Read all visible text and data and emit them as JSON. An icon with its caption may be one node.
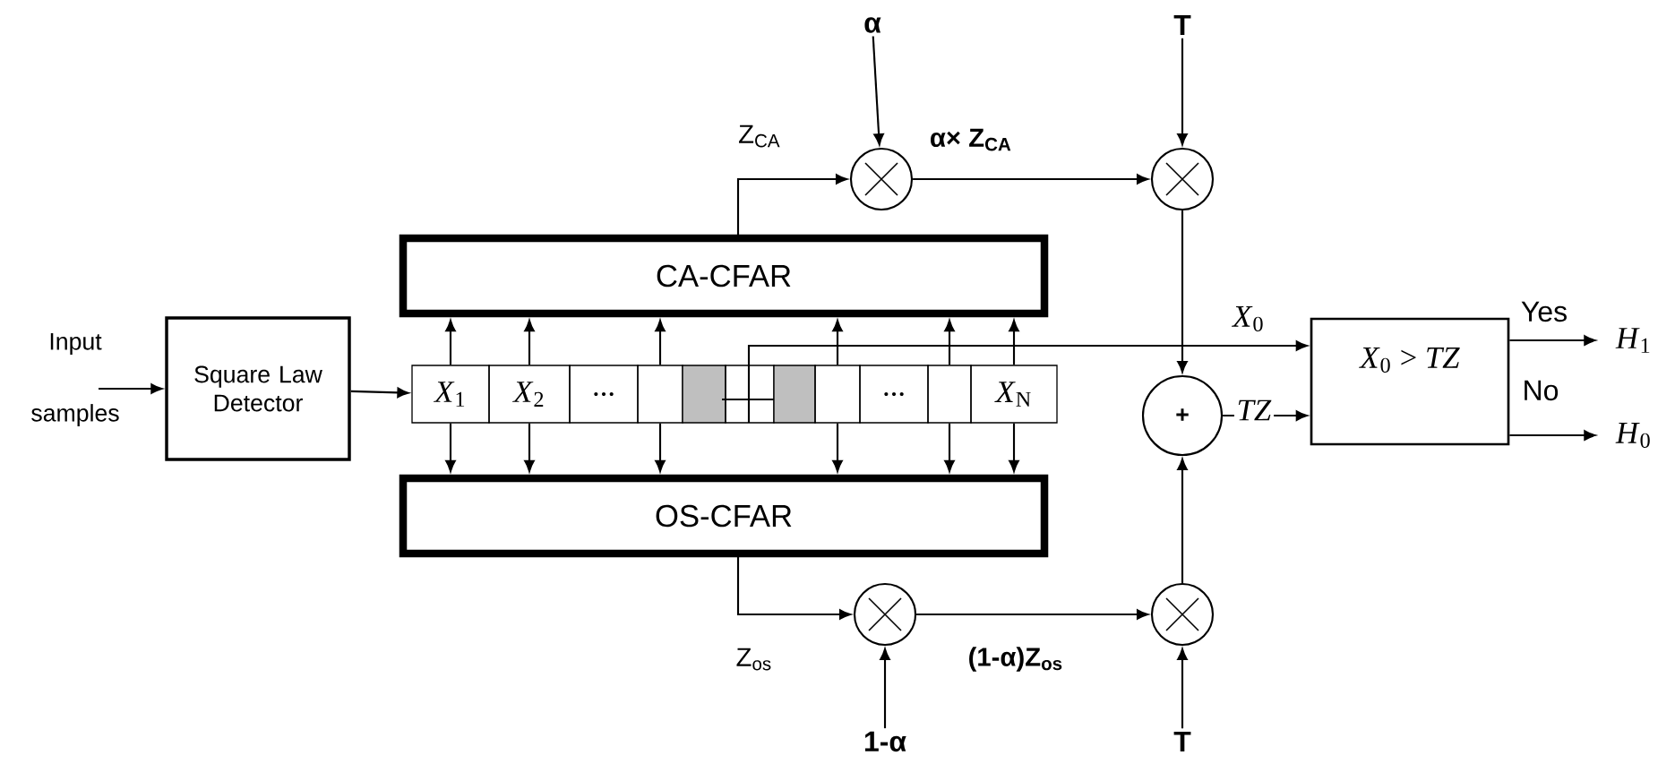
{
  "diagram": {
    "nodes": [
      {
        "text": [
          "α"
        ]
      },
      {
        "text": [
          "T"
        ]
      },
      {
        "text": [],
        "shape": "circle"
      },
      {
        "text": [],
        "shape": "circle"
      },
      {
        "text": [
          "CA-CFAR"
        ]
      },
      {
        "text": [
          "Input samples"
        ]
      },
      {
        "text": [
          "Square Law Detector"
        ]
      },
      {
        "text": [
          "*X*$_{1}$"
        ]
      },
      {
        "text": [
          "*X*$_{2}$"
        ]
      },
      {
        "text": [
          "..."
        ]
      },
      {
        "text": [],
        "shape": "box"
      },
      {
        "text": [],
        "shape": "box"
      },
      {
        "text": [],
        "shape": "box"
      },
      {
        "text": [],
        "shape": "box"
      },
      {
        "text": [],
        "shape": "box"
      },
      {
        "text": [
          "..."
        ]
      },
      {
        "text": [],
        "shape": "box"
      },
      {
        "text": [
          "*X*$_{N}$"
        ]
      },
      {
        "text": [
          "+"
        ]
      },
      {
        "text": [
          "*X*$_{0}$ > *TZ*"
        ]
      },
      {
        "text": [
          "*H*$_{1}$"
        ]
      },
      {
        "text": [
          "*H*$_{0}$"
        ]
      },
      {
        "text": [
          "OS-CFAR"
        ]
      },
      {
        "text": [],
        "shape": "circle"
      },
      {
        "text": [],
        "shape": "circle"
      },
      {
        "text": [
          "1-α"
        ]
      },
      {
        "text": [
          "T"
        ]
      }
    ],
    "edges": [
      {
        "from": 5,
        "to": 6,
        "arrow": "to"
      },
      {
        "from": 6,
        "to": 7,
        "arrow": "to"
      },
      {
        "from": 7,
        "to": 4,
        "arrow": "to"
      },
      {
        "from": 8,
        "to": 4,
        "arrow": "to"
      },
      {
        "from": 10,
        "to": 4,
        "arrow": "to"
      },
      {
        "from": 14,
        "to": 4,
        "arrow": "to"
      },
      {
        "from": 16,
        "to": 4,
        "arrow": "to"
      },
      {
        "from": 17,
        "to": 4,
        "arrow": "to"
      },
      {
        "from": 7,
        "to": 22,
        "arrow": "to"
      },
      {
        "from": 8,
        "to": 22,
        "arrow": "to"
      },
      {
        "from": 10,
        "to": 22,
        "arrow": "to"
      },
      {
        "from": 14,
        "to": 22,
        "arrow": "to"
      },
      {
        "from": 16,
        "to": 22,
        "arrow": "to"
      },
      {
        "from": 17,
        "to": 22,
        "arrow": "to"
      },
      {
        "from": 12,
        "to": 19,
        "arrow": "to",
        "label": "*X*$_{0}$"
      },
      {
        "from": 4,
        "to": 2,
        "arrow": "to",
        "label": "Z$_{CA}$"
      },
      {
        "from": 0,
        "to": 2,
        "arrow": "to"
      },
      {
        "from": 2,
        "to": 3,
        "arrow": "to",
        "label": "α× Z$_{CA}$"
      },
      {
        "from": 1,
        "to": 3,
        "arrow": "to"
      },
      {
        "from": 3,
        "to": 18,
        "arrow": "to"
      },
      {
        "from": 22,
        "to": 23,
        "arrow": "to",
        "label": "Z$_{os}$"
      },
      {
        "from": 25,
        "to": 23,
        "arrow": "to"
      },
      {
        "from": 23,
        "to": 24,
        "arrow": "to",
        "label": "(1-α)Z$_{os}$"
      },
      {
        "from": 26,
        "to": 24,
        "arrow": "to"
      },
      {
        "from": 24,
        "to": 18,
        "arrow": "to"
      },
      {
        "from": 18,
        "to": 19,
        "arrow": "to",
        "label": "*TZ*"
      },
      {
        "from": 19,
        "to": 20,
        "arrow": "to",
        "label": "Yes"
      },
      {
        "from": 19,
        "to": 21,
        "arrow": "to",
        "label": "No"
      }
    ]
  }
}
